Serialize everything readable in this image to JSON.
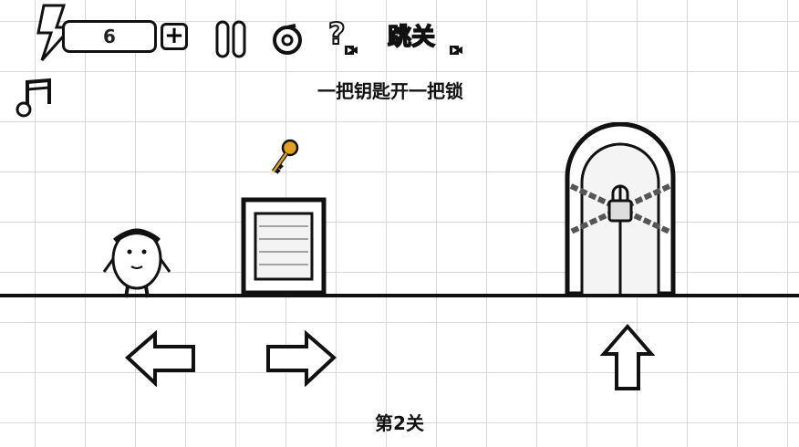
{
  "hud": {
    "energy": "6",
    "plus_label": "+",
    "skip_label": "跳关",
    "help_label": "?"
  },
  "hint": "一把钥匙开一把锁",
  "level_label": "第2关",
  "colors": {
    "key": "#e0a020",
    "ink": "#111111"
  }
}
